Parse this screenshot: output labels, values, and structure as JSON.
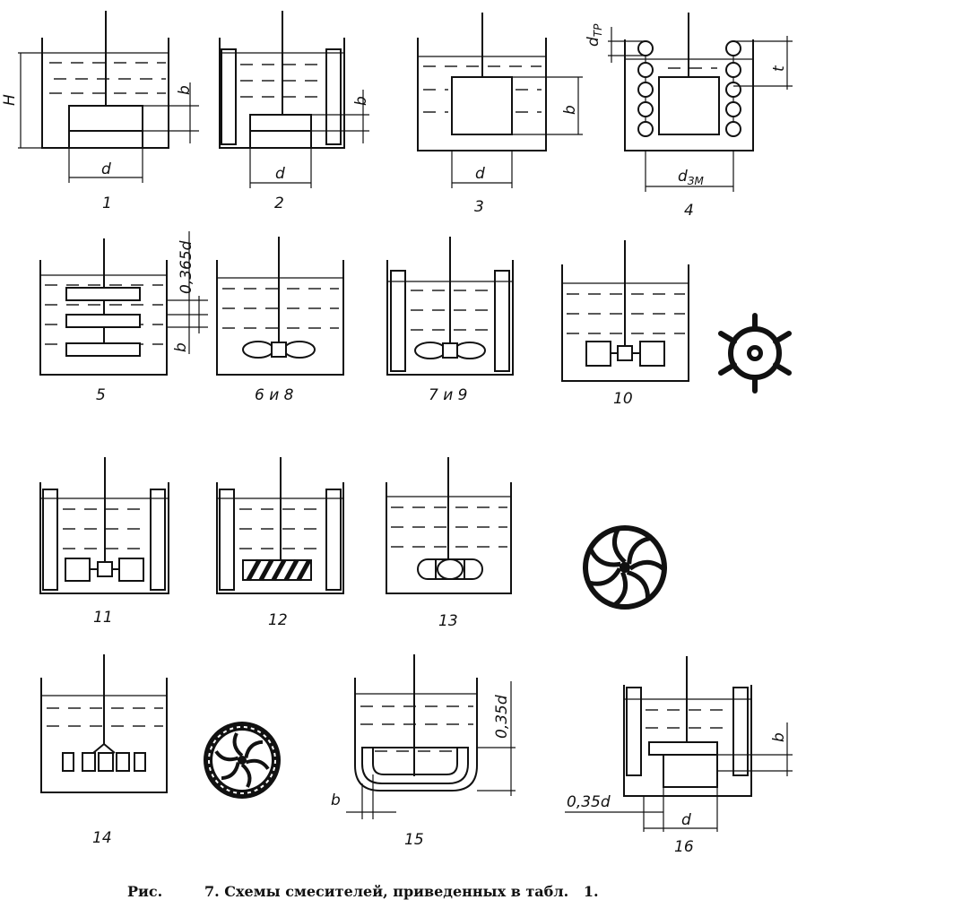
{
  "caption": {
    "prefix": "Рис.",
    "text": "7. Схемы смесителей, приведенных в табл.   1."
  },
  "schemes": {
    "s1": "1",
    "s2": "2",
    "s3": "3",
    "s4": "4",
    "s5": "5",
    "s6": "6 и 8",
    "s7": "7 и 9",
    "s10": "10",
    "s11": "11",
    "s12": "12",
    "s13": "13",
    "s14": "14",
    "s15": "15",
    "s16": "16"
  },
  "dims": {
    "H": "H",
    "b": "b",
    "d": "d",
    "d_tr": "d",
    "d_tr_sub": "ТР",
    "t": "t",
    "d_zm": "d",
    "d_zm_sub": "ЗМ",
    "d0365": "0,365d",
    "d035": "0,35d"
  }
}
